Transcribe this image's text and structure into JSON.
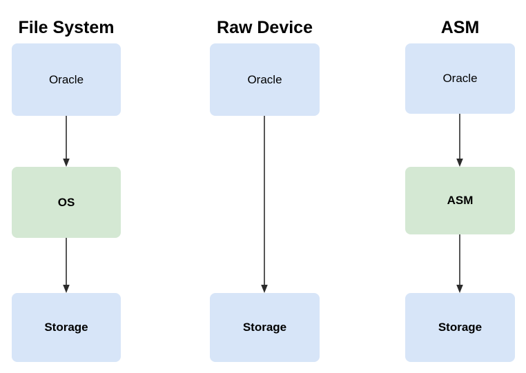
{
  "diagram": {
    "title": "",
    "colors": {
      "node_blue": "#d7e5f8",
      "node_green": "#d4e8d3",
      "arrow": "#2b2b2b",
      "text": "#000000",
      "background": "#ffffff"
    },
    "columns": [
      {
        "heading": "File System",
        "nodes": [
          {
            "label": "Oracle",
            "fill": "blue",
            "weight": "regular"
          },
          {
            "label": "OS",
            "fill": "green",
            "weight": "bold"
          },
          {
            "label": "Storage",
            "fill": "blue",
            "weight": "bold"
          }
        ],
        "arrows": [
          {
            "from": "Oracle",
            "to": "OS"
          },
          {
            "from": "OS",
            "to": "Storage"
          }
        ]
      },
      {
        "heading": "Raw Device",
        "nodes": [
          {
            "label": "Oracle",
            "fill": "blue",
            "weight": "regular"
          },
          {
            "label": "Storage",
            "fill": "blue",
            "weight": "bold"
          }
        ],
        "arrows": [
          {
            "from": "Oracle",
            "to": "Storage"
          }
        ]
      },
      {
        "heading": "ASM",
        "nodes": [
          {
            "label": "Oracle",
            "fill": "blue",
            "weight": "regular"
          },
          {
            "label": "ASM",
            "fill": "green",
            "weight": "bold"
          },
          {
            "label": "Storage",
            "fill": "blue",
            "weight": "bold"
          }
        ],
        "arrows": [
          {
            "from": "Oracle",
            "to": "ASM"
          },
          {
            "from": "ASM",
            "to": "Storage"
          }
        ]
      }
    ]
  }
}
